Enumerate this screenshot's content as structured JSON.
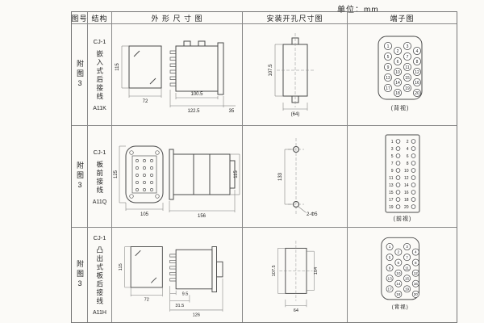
{
  "unit_label": "单位：mm",
  "headers": {
    "fig_no": "图号",
    "structure": "结构",
    "outline": "外 形 尺 寸 图",
    "mounting": "安装开孔尺寸图",
    "terminal": "端子图"
  },
  "rows": [
    {
      "fig_no": "附图3",
      "model": "CJ-1",
      "structure_label": "嵌入式后接线",
      "code": "A11K",
      "outline": {
        "height": "115",
        "width": "72",
        "body": "100.5",
        "total": "122.5",
        "depth": "35"
      },
      "mounting": {
        "height": "107.5",
        "width": "(64)"
      },
      "terminal": {
        "caption": "(背视)"
      },
      "terminal_numbers": [
        1,
        2,
        3,
        4,
        5,
        6,
        7,
        8,
        9,
        10,
        11,
        12,
        13,
        14,
        15,
        16,
        17,
        18,
        19,
        20
      ]
    },
    {
      "fig_no": "附图3",
      "model": "CJ-1",
      "structure_label": "板前接线",
      "code": "A11Q",
      "outline": {
        "height": "125",
        "width": "105",
        "length": "156",
        "side_height": "115"
      },
      "mounting": {
        "height": "133",
        "holes": "2-Φ5"
      },
      "terminal": {
        "caption": "(前视)"
      },
      "terminal_numbers": [
        1,
        2,
        3,
        4,
        5,
        6,
        7,
        8,
        9,
        10,
        11,
        12,
        13,
        14,
        15,
        16,
        17,
        18,
        19,
        20
      ]
    },
    {
      "fig_no": "附图3",
      "model": "CJ-1",
      "structure_label": "凸出式板后接线",
      "code": "A11H",
      "outline": {
        "height": "115",
        "width": "72",
        "comb": "9.5",
        "front": "31.5",
        "total": "126"
      },
      "mounting": {
        "height": "107.5",
        "height2": "104",
        "width": "64"
      },
      "terminal": {
        "caption": "(背视)"
      },
      "terminal_numbers": [
        1,
        2,
        3,
        4,
        5,
        6,
        7,
        8,
        9,
        10,
        11,
        12,
        13,
        14,
        15,
        16,
        17,
        18,
        19,
        20
      ]
    }
  ]
}
